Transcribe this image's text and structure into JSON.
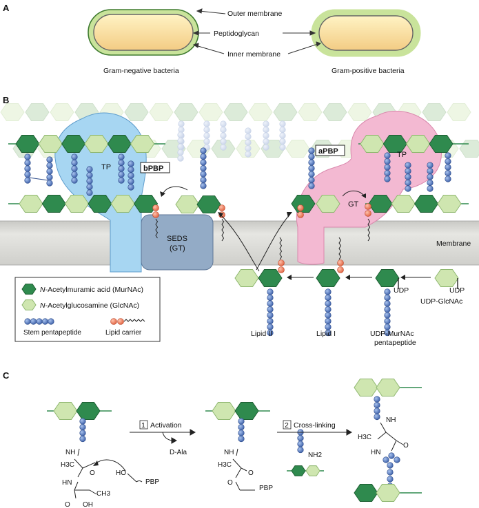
{
  "panels": {
    "a": "A",
    "b": "B",
    "c": "C"
  },
  "panelA": {
    "outer_membrane": "Outer membrane",
    "peptidoglycan": "Peptidoglycan",
    "inner_membrane": "Inner membrane",
    "gram_negative": "Gram-negative bacteria",
    "gram_positive": "Gram-positive bacteria"
  },
  "panelB": {
    "tp_left": "TP",
    "bpbp": "bPBP",
    "seds": "SEDS",
    "seds_gt": "(GT)",
    "apbp": "aPBP",
    "tp_right": "TP",
    "gt_right": "GT",
    "membrane": "Membrane",
    "lipid_ii": "Lipid II",
    "lipid_i": "Lipid I",
    "udp_murnac_1": "UDP-MurNAc",
    "udp_murnac_2": "pentapeptide",
    "udp_glcnac": "UDP-GlcNAc",
    "udp_a": "UDP",
    "udp_b": "UDP",
    "legend": {
      "murnac_italic": "N",
      "murnac_rest": "-Acetylmuramic acid (MurNAc)",
      "glcnac_italic": "N",
      "glcnac_rest": "-Acetylglucosamine (GlcNAc)",
      "stem": "Stem pentapeptide",
      "lipid": "Lipid carrier"
    }
  },
  "panelC": {
    "step1_num": "1",
    "step1": "Activation",
    "step2_num": "2",
    "step2": "Cross-linking",
    "dala": "D-Ala",
    "nh": "NH",
    "h3c": "H3C",
    "o": "O",
    "ho": "HO",
    "pbp": "PBP",
    "ch3": "CH3",
    "oh": "OH",
    "nh2": "NH2",
    "hn": "HN"
  },
  "colors": {
    "murnac": "#2f8a4e",
    "glcnac": "#cfe6b0",
    "peptide": "#4a6fb5",
    "lipid": "#e8785a",
    "tp_blue": "#9fd0ee",
    "tp_pink": "#f0b4cf",
    "seds": "#8fa8c3",
    "membrane": "#d8d8d4"
  }
}
